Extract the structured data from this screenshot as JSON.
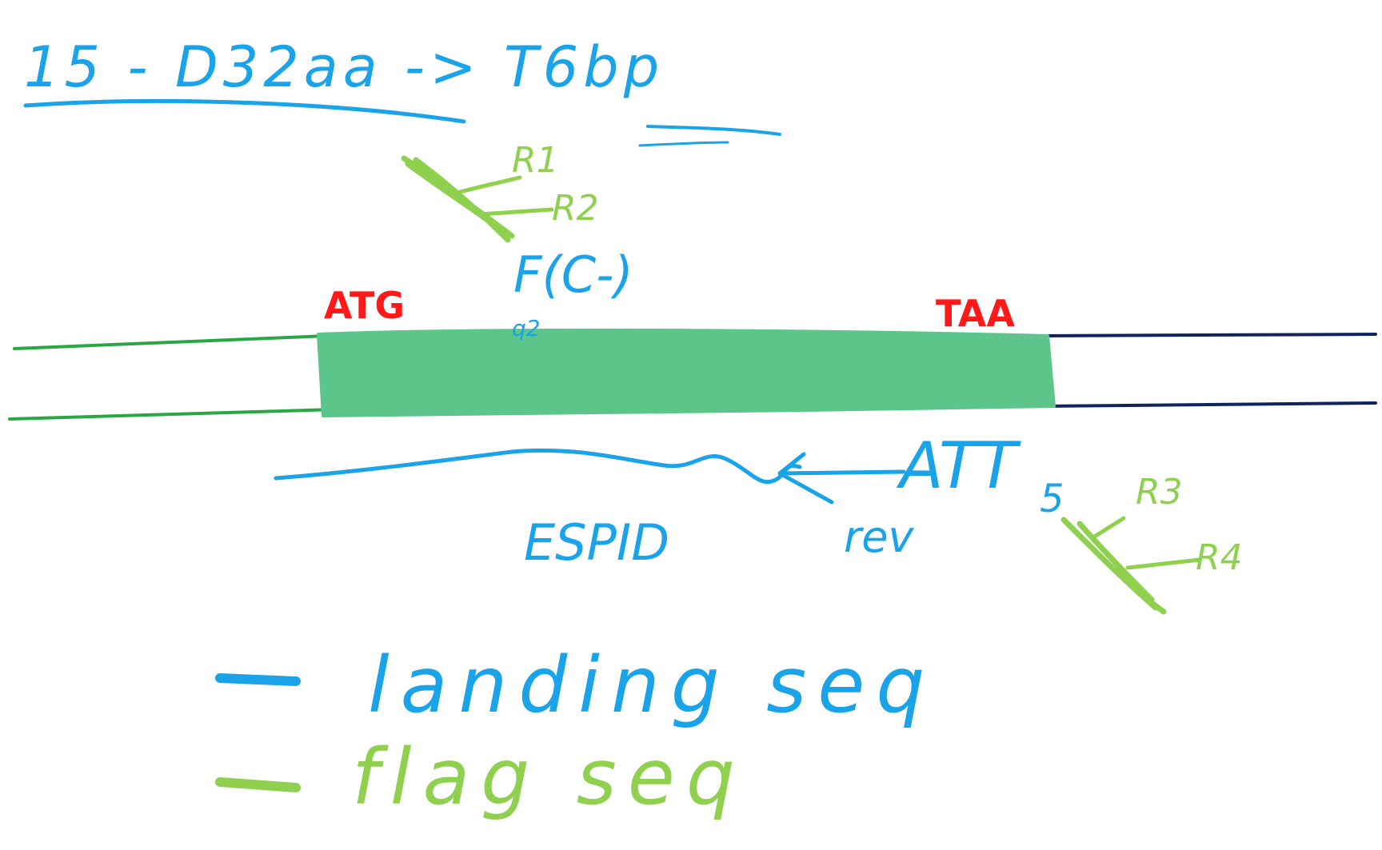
{
  "title": "15 - D32aa -> T6bp",
  "colors": {
    "blue_ink": "#1aa3e8",
    "green_ink": "#8fd14f",
    "red_ink": "#ff1a1a",
    "exon_fill": "#5cc68a",
    "left_strand": "#2aa745",
    "right_strand": "#10235c"
  },
  "gene": {
    "start_codon": "ATG",
    "stop_codon": "TAA"
  },
  "primers": {
    "r1": "R1",
    "r2": "R2",
    "forward": "F(C-)",
    "q2": "q2",
    "r3": "R3",
    "r4": "R4",
    "att": "ATT",
    "five": "5",
    "espid": "ESPID",
    "rev": "rev"
  },
  "legend": [
    {
      "label": "landing seq",
      "color": "#1aa3e8"
    },
    {
      "label": "flag seq",
      "color": "#8fd14f"
    }
  ]
}
